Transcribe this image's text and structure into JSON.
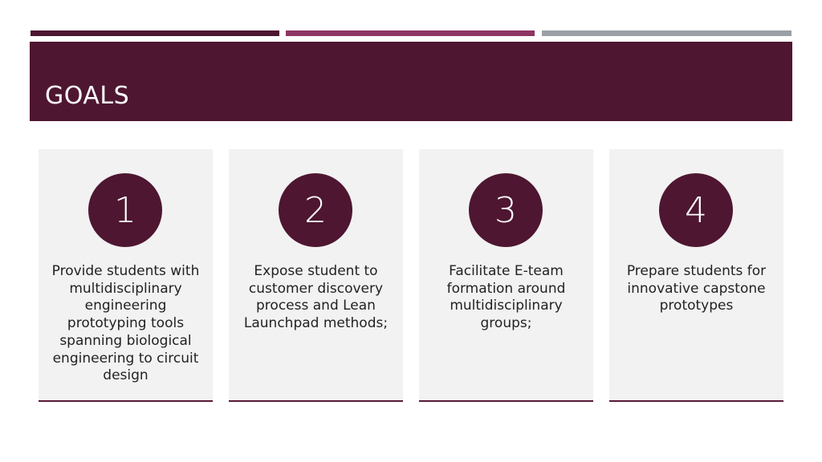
{
  "title": "GOALS",
  "colors": {
    "primary": "#4e1631",
    "accent": "#8e3563",
    "gray": "#9aa0a6",
    "card_bg": "#f2f2f2"
  },
  "goals": [
    {
      "number": "1",
      "text": "Provide students with multidisciplinary engineering prototyping tools spanning biological engineering to circuit design"
    },
    {
      "number": "2",
      "text": "Expose student to customer discovery process and Lean Launchpad methods;"
    },
    {
      "number": "3",
      "text": "Facilitate E-team formation around multidisciplinary groups;"
    },
    {
      "number": "4",
      "text": "Prepare students for innovative capstone prototypes"
    }
  ]
}
